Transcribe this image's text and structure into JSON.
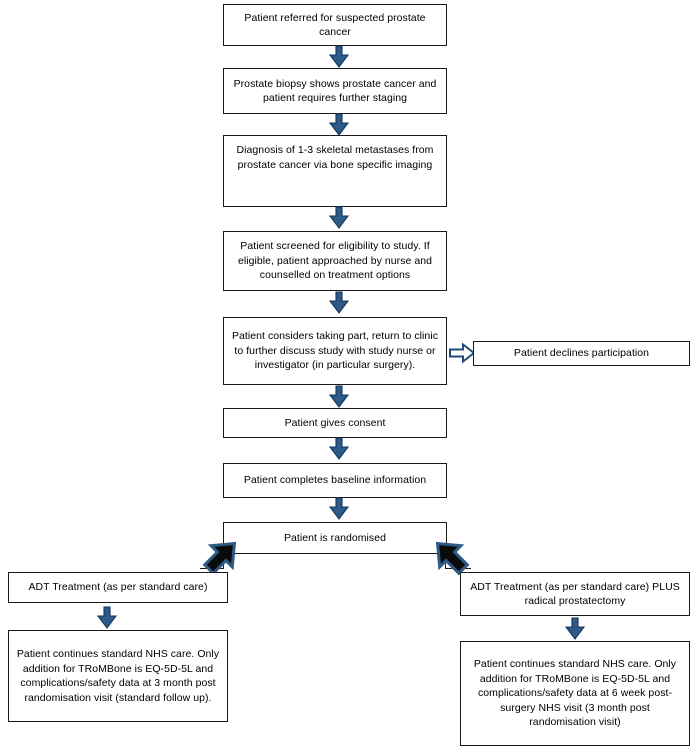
{
  "diagram": {
    "title": "TRoMBone trial patient pathway flowchart",
    "colors": {
      "box_border": "#1a1a1a",
      "box_fill": "#ffffff",
      "arrow_fill": "#2e5a87",
      "arrow_stroke": "#16365c",
      "arrow_dark_fill": "#000000",
      "text": "#000000"
    },
    "nodes": [
      {
        "id": "referral",
        "text": "Patient referred for suspected prostate cancer"
      },
      {
        "id": "biopsy",
        "text": "Prostate biopsy shows prostate cancer and patient requires further staging"
      },
      {
        "id": "diagnosis",
        "text": "Diagnosis of 1-3 skeletal metastases from prostate cancer via bone specific imaging"
      },
      {
        "id": "screening",
        "text": "Patient screened for eligibility to study. If eligible, patient approached by nurse and counselled on treatment options"
      },
      {
        "id": "considers",
        "text": "Patient considers taking part, return to clinic to further discuss study with study nurse or investigator (in particular surgery)."
      },
      {
        "id": "declines",
        "text": "Patient declines participation"
      },
      {
        "id": "consent",
        "text": "Patient gives consent"
      },
      {
        "id": "baseline",
        "text": "Patient completes baseline information"
      },
      {
        "id": "randomised",
        "text": "Patient is randomised"
      },
      {
        "id": "adt-left",
        "text": "ADT Treatment (as per standard care)"
      },
      {
        "id": "adt-right",
        "text": "ADT Treatment (as per standard care) PLUS radical prostatectomy"
      },
      {
        "id": "followup-left",
        "text": "Patient continues standard NHS care. Only addition for TRoMBone is EQ-5D-5L and complications/safety data at 3 month post randomisation visit (standard follow up)."
      },
      {
        "id": "followup-right",
        "text": "Patient continues standard NHS care. Only addition for TRoMBone is EQ-5D-5L and complications/safety data at 6 week post-surgery NHS visit (3 month post randomisation visit)"
      }
    ],
    "arrows": [
      {
        "id": "a1",
        "from": "referral",
        "to": "biopsy",
        "direction": "down"
      },
      {
        "id": "a2",
        "from": "biopsy",
        "to": "diagnosis",
        "direction": "down"
      },
      {
        "id": "a3",
        "from": "diagnosis",
        "to": "screening",
        "direction": "down"
      },
      {
        "id": "a4",
        "from": "screening",
        "to": "considers",
        "direction": "down"
      },
      {
        "id": "a5",
        "from": "considers",
        "to": "declines",
        "direction": "right"
      },
      {
        "id": "a6",
        "from": "considers",
        "to": "consent",
        "direction": "down"
      },
      {
        "id": "a7",
        "from": "consent",
        "to": "baseline",
        "direction": "down"
      },
      {
        "id": "a8",
        "from": "baseline",
        "to": "randomised",
        "direction": "down"
      },
      {
        "id": "a9",
        "from": "randomised",
        "to": "adt-left",
        "direction": "down-left"
      },
      {
        "id": "a10",
        "from": "randomised",
        "to": "adt-right",
        "direction": "down-right"
      },
      {
        "id": "a11",
        "from": "adt-left",
        "to": "followup-left",
        "direction": "down"
      },
      {
        "id": "a12",
        "from": "adt-right",
        "to": "followup-right",
        "direction": "down"
      }
    ]
  }
}
